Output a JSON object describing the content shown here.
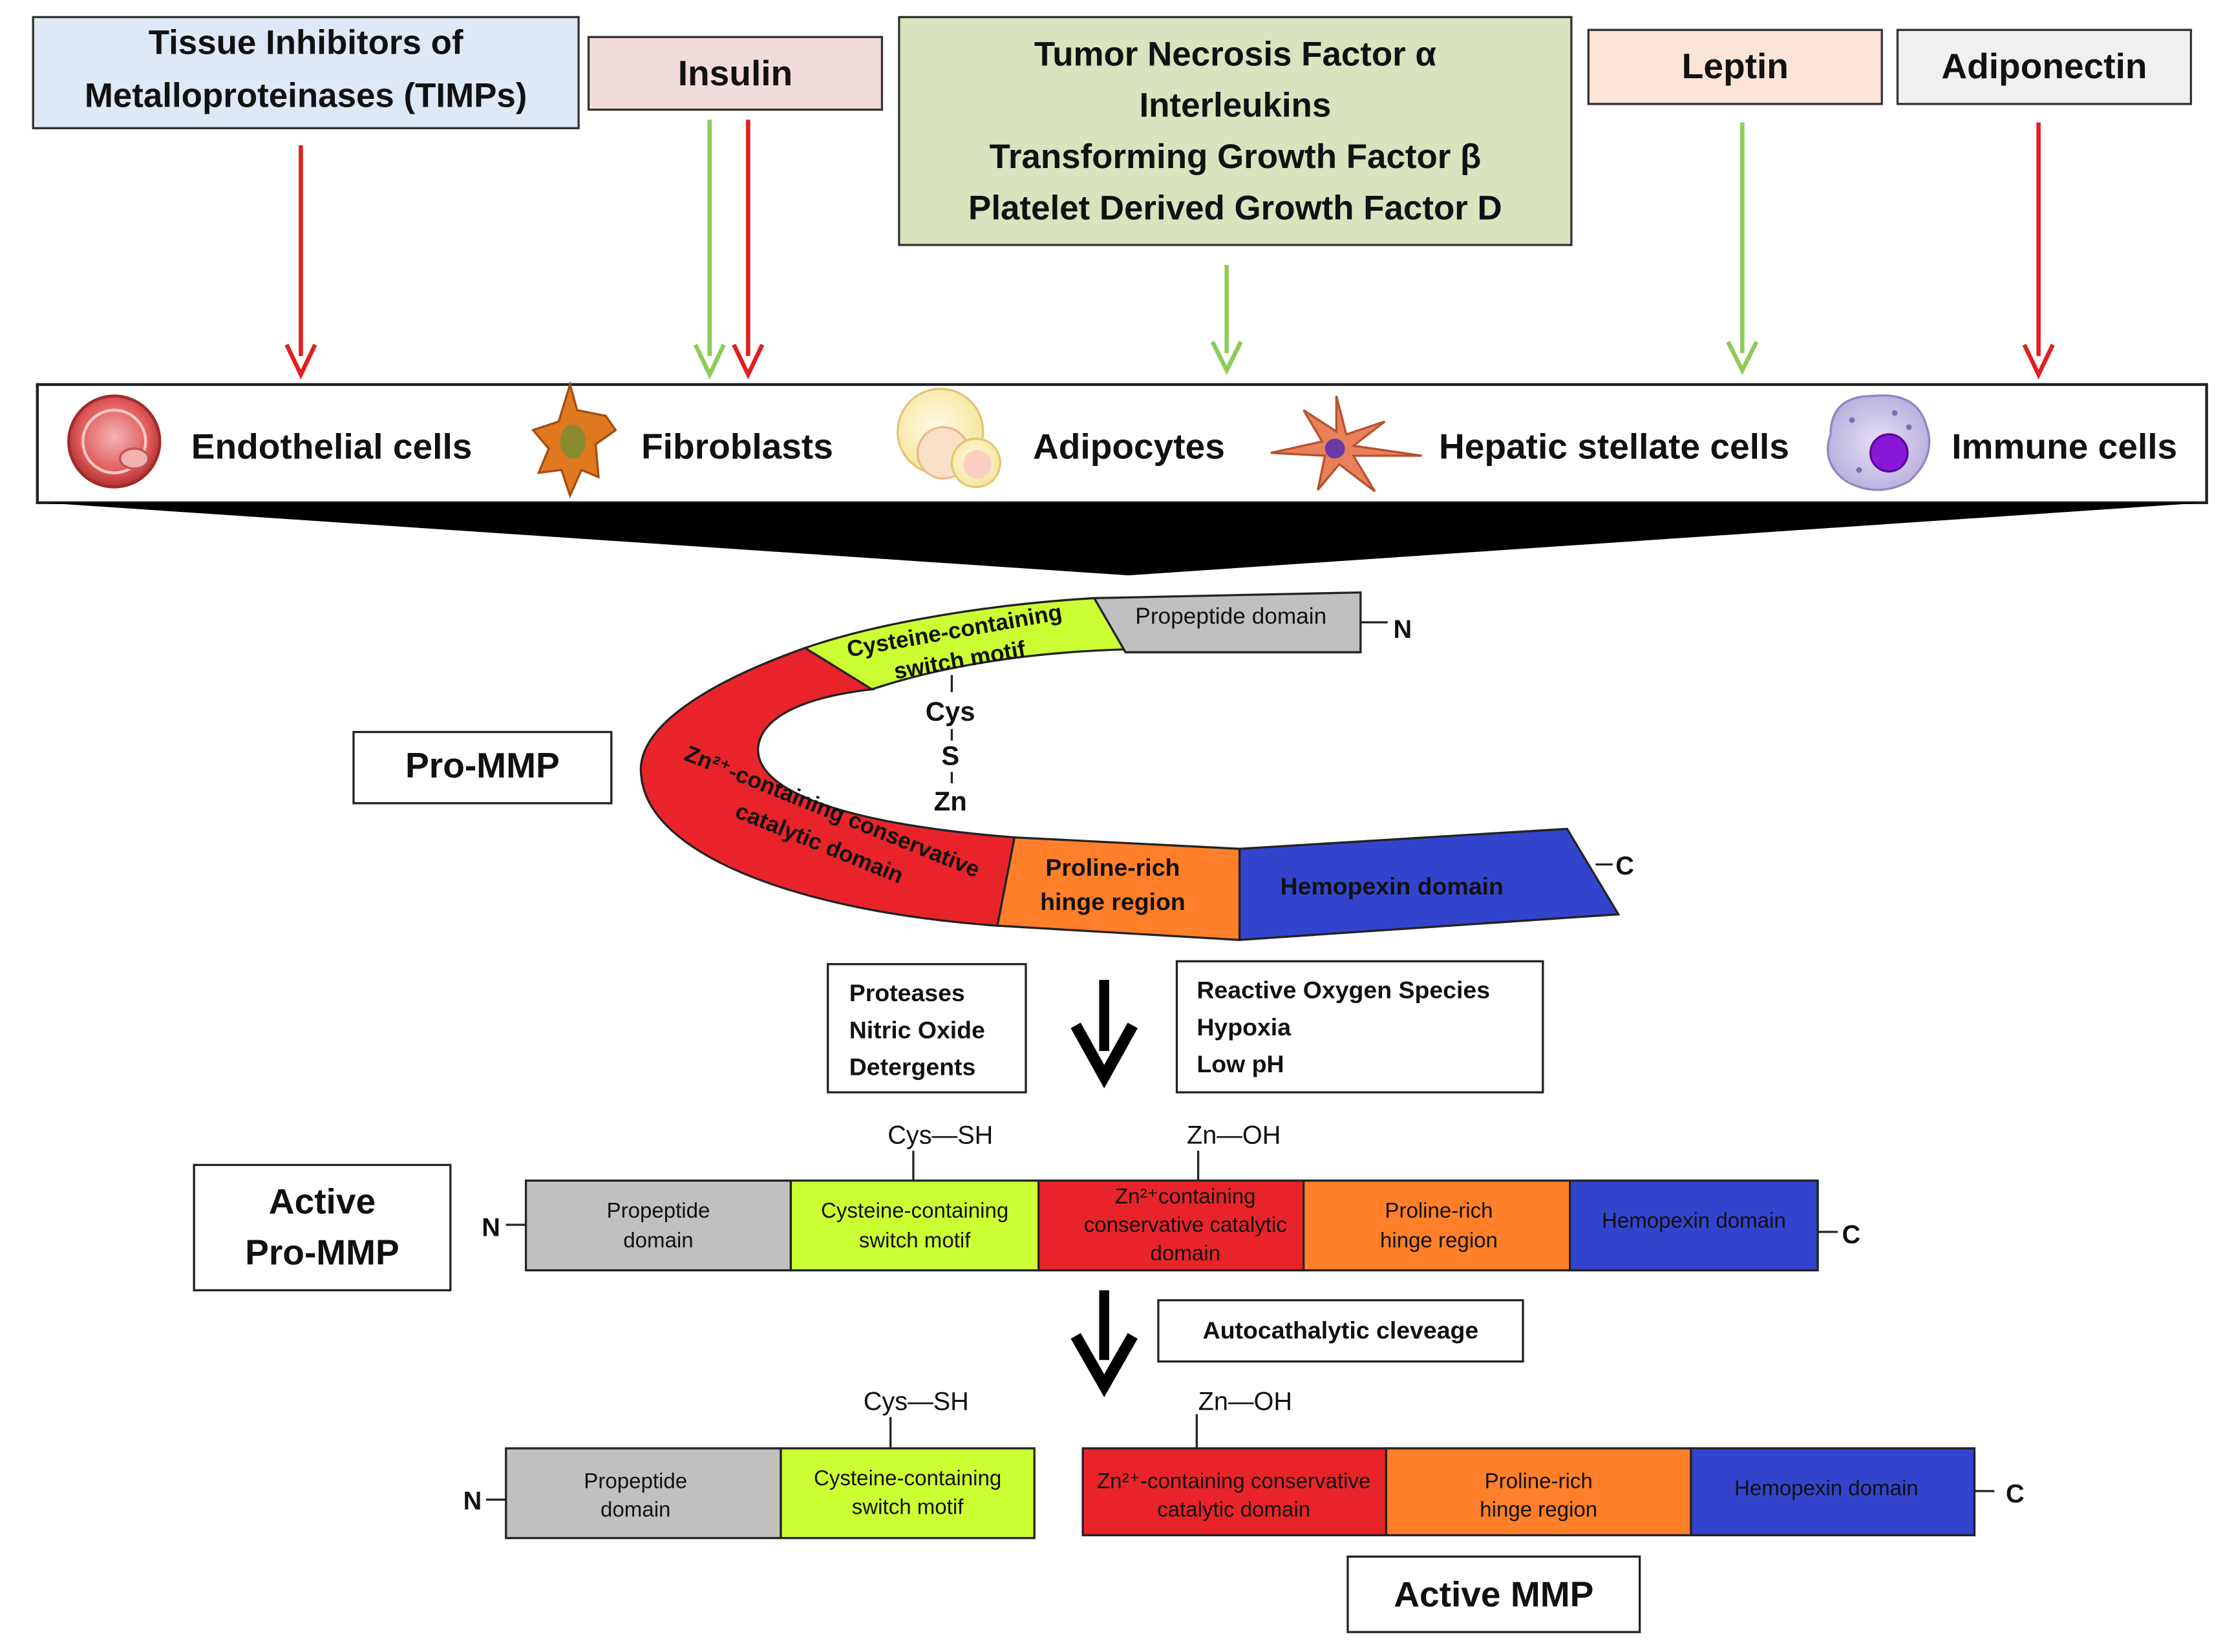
{
  "colors": {
    "timps_bg": "#dfe8f5",
    "insulin_bg": "#f2dcdb",
    "cytokines_bg": "#d7e4bd",
    "leptin_bg": "#fce4d6",
    "adiponectin_bg": "#f0f0f0",
    "inhibit_arrow": "#e02020",
    "stimulate_arrow": "#8ccc5a",
    "propeptide": "#c0c0c0",
    "cysteine": "#ccff33",
    "zinc": "#e8242a",
    "proline": "#ff7f2a",
    "hemopexin": "#3344cc",
    "funnel": "#000000"
  },
  "regulators": {
    "timps": "Tissue Inhibitors of\nMetalloproteinases (TIMPs)",
    "insulin": "Insulin",
    "cytokines": "Tumor Necrosis Factor α\nInterleukins\nTransforming Growth Factor β\nPlatelet Derived Growth Factor D",
    "leptin": "Leptin",
    "adiponectin": "Adiponectin"
  },
  "cells": [
    {
      "label": "Endothelial cells",
      "icon": "endothelial-cell-icon"
    },
    {
      "label": "Fibroblasts",
      "icon": "fibroblast-icon"
    },
    {
      "label": "Adipocytes",
      "icon": "adipocyte-icon"
    },
    {
      "label": "Hepatic stellate cells",
      "icon": "stellate-cell-icon"
    },
    {
      "label": "Immune cells",
      "icon": "immune-cell-icon"
    }
  ],
  "pro_mmp": {
    "label": "Pro-MMP",
    "propeptide": "Propeptide domain",
    "cysteine": "Cysteine-containing\nswitch motif",
    "zinc": "Zn²⁺-containing conservative\ncatalytic domain",
    "proline": "Proline-rich\nhinge region",
    "hemopexin": "Hemopexin domain",
    "n_term": "N",
    "c_term": "C",
    "cys": "Cys",
    "s": "S",
    "zn": "Zn"
  },
  "activators": {
    "left": "Proteases\nNitric Oxide\nDetergents",
    "right": "Reactive Oxygen Species\nHypoxia\nLow pH"
  },
  "active_pro_mmp": {
    "label": "Active\nPro-MMP",
    "propeptide": "Propeptide\ndomain",
    "cysteine": "Cysteine-containing\nswitch motif",
    "zinc": "Zn²⁺containing\nconservative catalytic\ndomain",
    "proline": "Proline-rich\nhinge region",
    "hemopexin": "Hemopexin domain",
    "n_term": "N",
    "c_term": "C",
    "cys_sh": "Cys—SH",
    "zn_oh": "Zn—OH"
  },
  "autocatalytic": "Autocathalytic cleveage",
  "active_mmp": {
    "label": "Active MMP",
    "propeptide": "Propeptide\ndomain",
    "cysteine": "Cysteine-containing\nswitch motif",
    "zinc": "Zn²⁺-containing conservative\ncatalytic domain",
    "proline": "Proline-rich\nhinge region",
    "hemopexin": "Hemopexin domain",
    "n_term": "N",
    "c_term": "C",
    "cys_sh": "Cys—SH",
    "zn_oh": "Zn—OH"
  }
}
